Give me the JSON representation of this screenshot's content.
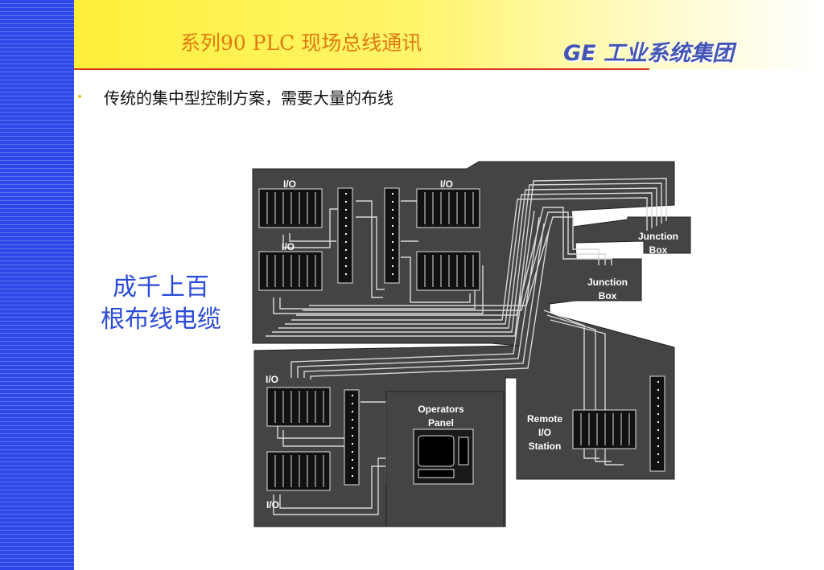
{
  "header": {
    "title": "系列90 PLC 现场总线通讯",
    "brand": "GE 工业系统集团"
  },
  "bullet": {
    "text": "传统的集中型控制方案，需要大量的布线"
  },
  "callout": {
    "line1": "成千上百",
    "line2": "根布线电缆"
  },
  "diagram": {
    "labels": {
      "io": "I/O",
      "junction_box_1": [
        "Junction",
        "Box"
      ],
      "junction_box_2": [
        "Junction",
        "Box"
      ],
      "operators_panel": [
        "Operators",
        "Panel"
      ],
      "remote_station": [
        "Remote",
        "I/O",
        "Station"
      ]
    }
  },
  "colors": {
    "panel_fill": "#444444",
    "wire": "#d8d8d8",
    "sidebar": "#2f47e8",
    "header_yellow": "#ffef3a",
    "title_orange": "#e07a10",
    "brand_blue": "#4455b8",
    "callout_blue": "#2b4bd8"
  }
}
